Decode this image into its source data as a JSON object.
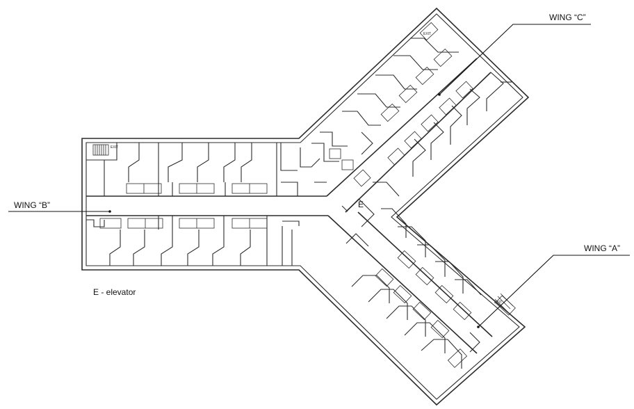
{
  "labels": {
    "wing_a": "WING “A”",
    "wing_b": "WING “B”",
    "wing_c": "WING “C”",
    "elevator_mark": "E",
    "legend": "E - elevator",
    "exit": "EXIT"
  }
}
